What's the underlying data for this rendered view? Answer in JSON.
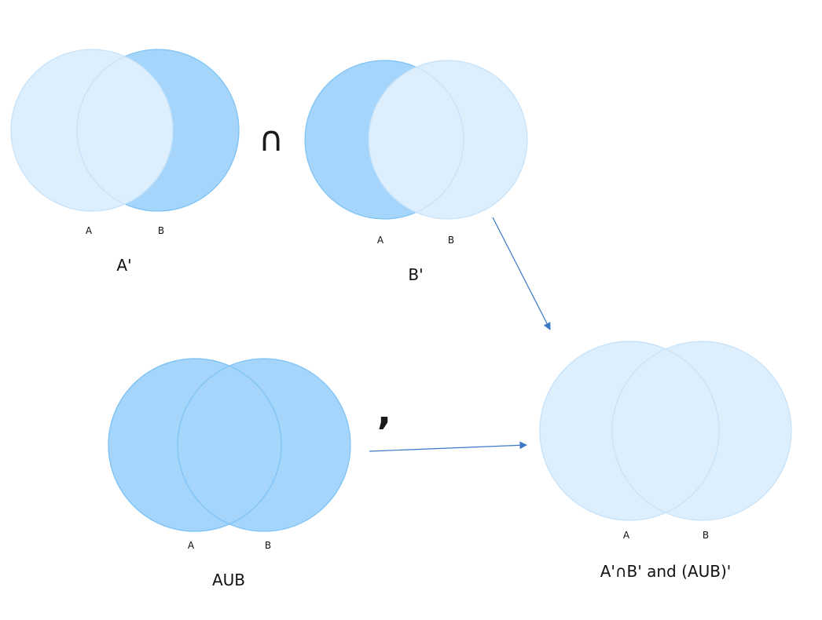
{
  "colors": {
    "shaded": "#A5D5FB",
    "shaded_stroke": "#7CC2F5",
    "light": "#DDEEFC",
    "light_stroke": "#C5E2FA",
    "arrow": "#3A78C4"
  },
  "diagrams": {
    "a_complement": {
      "label_a": "A",
      "label_b": "B",
      "caption": "A'",
      "shaded_region": "B minus A"
    },
    "b_complement": {
      "label_a": "A",
      "label_b": "B",
      "caption": "B'",
      "shaded_region": "A minus B"
    },
    "a_union_b": {
      "label_a": "A",
      "label_b": "B",
      "caption": "AUB",
      "shaded_region": "A union B"
    },
    "result": {
      "label_a": "A",
      "label_b": "B",
      "caption": "A'∩B' and (AUB)'",
      "shaded_region": "none"
    }
  },
  "operators": {
    "intersection": "∩",
    "comma": ","
  }
}
